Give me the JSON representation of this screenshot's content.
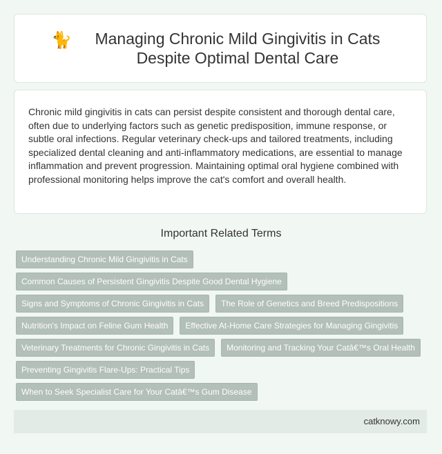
{
  "header": {
    "icon": "cat-icon",
    "title": "Managing Chronic Mild Gingivitis in Cats Despite Optimal Dental Care"
  },
  "summary": "Chronic mild gingivitis in cats can persist despite consistent and thorough dental care, often due to underlying factors such as genetic predisposition, immune response, or subtle oral infections. Regular veterinary check-ups and tailored treatments, including specialized dental cleaning and anti-inflammatory medications, are essential to manage inflammation and prevent progression. Maintaining optimal oral hygiene combined with professional monitoring helps improve the cat's comfort and overall health.",
  "related": {
    "heading": "Important Related Terms",
    "terms": [
      "Understanding Chronic Mild Gingivitis in Cats",
      "Common Causes of Persistent Gingivitis Despite Good Dental Hygiene",
      "Signs and Symptoms of Chronic Gingivitis in Cats",
      "The Role of Genetics and Breed Predispositions",
      "Nutrition's Impact on Feline Gum Health",
      "Effective At-Home Care Strategies for Managing Gingivitis",
      "Veterinary Treatments for Chronic Gingivitis in Cats",
      "Monitoring and Tracking Your Catâ€™s Oral Health",
      "Preventing Gingivitis Flare-Ups: Practical Tips",
      "When to Seek Specialist Care for Your Catâ€™s Gum Disease"
    ]
  },
  "footer": {
    "site": "catknowy.com"
  },
  "colors": {
    "background": "#f1f7f3",
    "tag_background": "#b3bfb9",
    "footer_background": "#e3ebe6"
  }
}
